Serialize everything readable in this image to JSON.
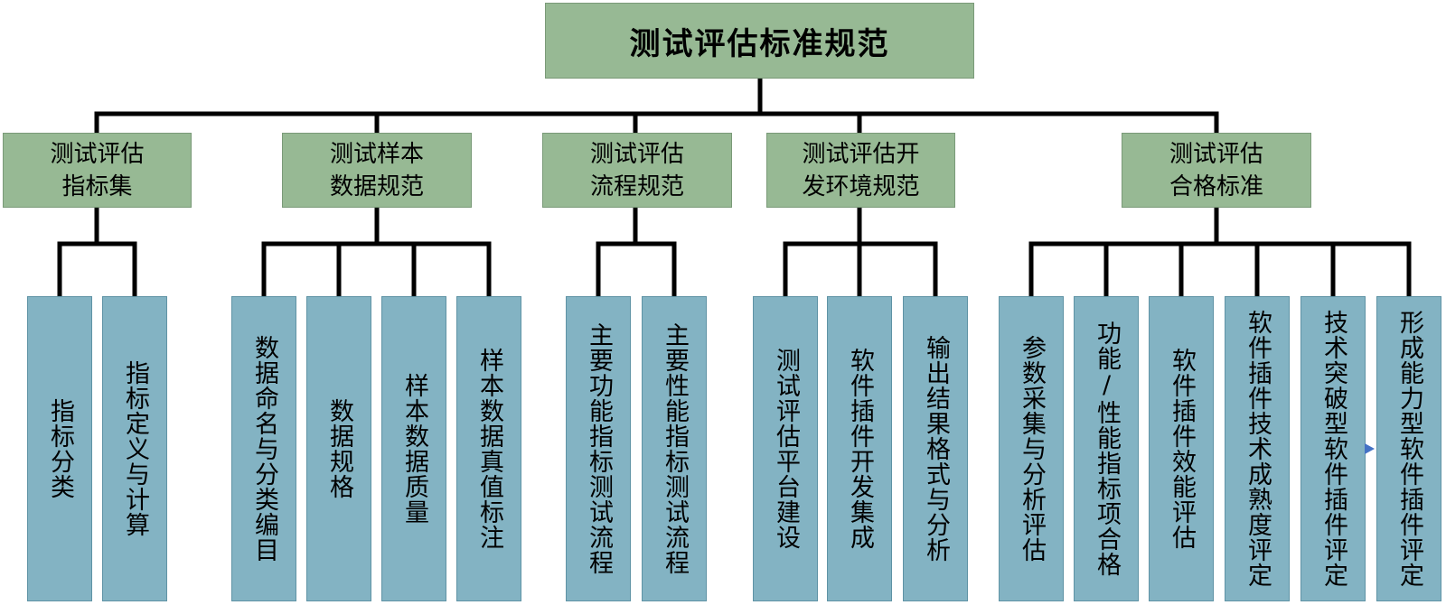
{
  "root": {
    "label": "测试评估标准规范"
  },
  "groups": [
    {
      "label": "测试评估\n指标集",
      "children": [
        "指标分类",
        "指标定义与计算"
      ]
    },
    {
      "label": "测试样本\n数据规范",
      "children": [
        "数据命名与分类编目",
        "数据规格",
        "样本数据质量",
        "样本数据真值标注"
      ]
    },
    {
      "label": "测试评估\n流程规范",
      "children": [
        "主要功能指标测试流程",
        "主要性能指标测试流程"
      ]
    },
    {
      "label": "测试评估开\n发环境规范",
      "children": [
        "测试评估平台建设",
        "软件插件开发集成",
        "输出结果格式与分析"
      ]
    },
    {
      "label": "测试评估\n合格标准",
      "children": [
        "参数采集与分析评估",
        "功能/性能指标项合格",
        "软件插件效能评估",
        "软件插件技术成熟度评定",
        "技术突破型软件插件评定",
        "形成能力型软件插件评定"
      ]
    }
  ],
  "colors": {
    "root_fill": "#97b994",
    "level2_fill": "#97b994",
    "leaf_fill": "#83b3c3",
    "connector": "#000000",
    "arrow": "#4472c4"
  }
}
